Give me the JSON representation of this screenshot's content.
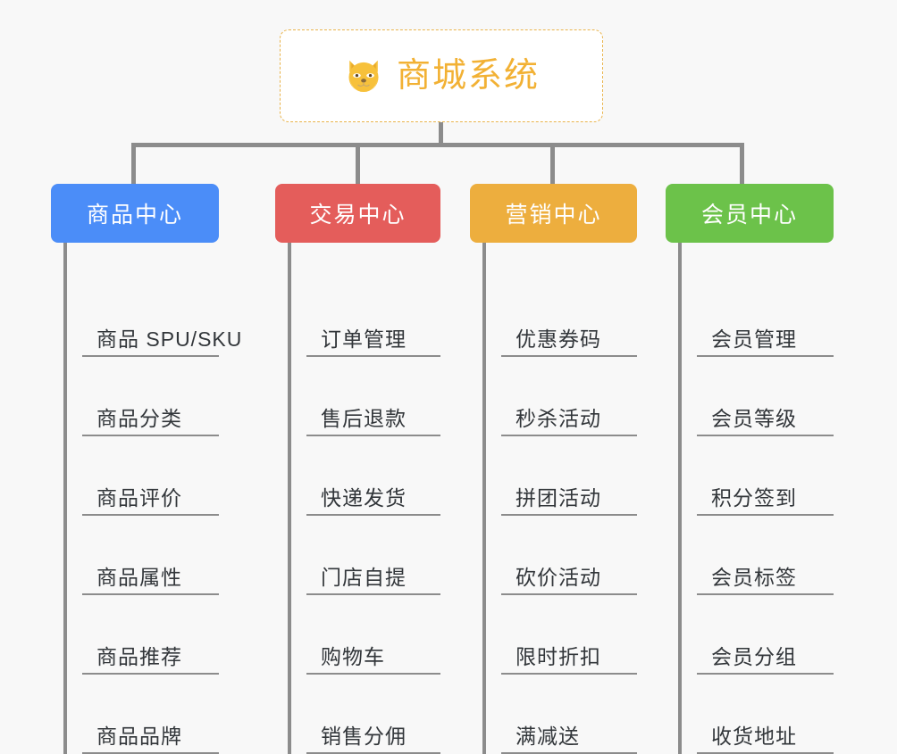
{
  "root": {
    "title": "商城系统",
    "icon": "shiba-dog-face-emoji",
    "text_color": "#f2b134",
    "border_color": "#e9b44c",
    "background": "#ffffff"
  },
  "page": {
    "background": "#f8f8f8",
    "connector_color": "#8c8c8c"
  },
  "categories": [
    {
      "label": "商品中心",
      "color": "#4b8df8",
      "color_name": "blue",
      "items": [
        {
          "label": "商品 SPU/SKU"
        },
        {
          "label": "商品分类"
        },
        {
          "label": "商品评价"
        },
        {
          "label": "商品属性"
        },
        {
          "label": "商品推荐"
        },
        {
          "label": "商品品牌"
        }
      ]
    },
    {
      "label": "交易中心",
      "color": "#e45d5b",
      "color_name": "red",
      "items": [
        {
          "label": "订单管理"
        },
        {
          "label": "售后退款"
        },
        {
          "label": "快递发货"
        },
        {
          "label": "门店自提"
        },
        {
          "label": "购物车"
        },
        {
          "label": "销售分佣"
        }
      ]
    },
    {
      "label": "营销中心",
      "color": "#edae3e",
      "color_name": "orange",
      "items": [
        {
          "label": "优惠券码"
        },
        {
          "label": "秒杀活动"
        },
        {
          "label": "拼团活动"
        },
        {
          "label": "砍价活动"
        },
        {
          "label": "限时折扣"
        },
        {
          "label": "满减送"
        }
      ]
    },
    {
      "label": "会员中心",
      "color": "#6cc24a",
      "color_name": "green",
      "items": [
        {
          "label": "会员管理"
        },
        {
          "label": "会员等级"
        },
        {
          "label": "积分签到"
        },
        {
          "label": "会员标签"
        },
        {
          "label": "会员分组"
        },
        {
          "label": "收货地址"
        }
      ]
    }
  ]
}
